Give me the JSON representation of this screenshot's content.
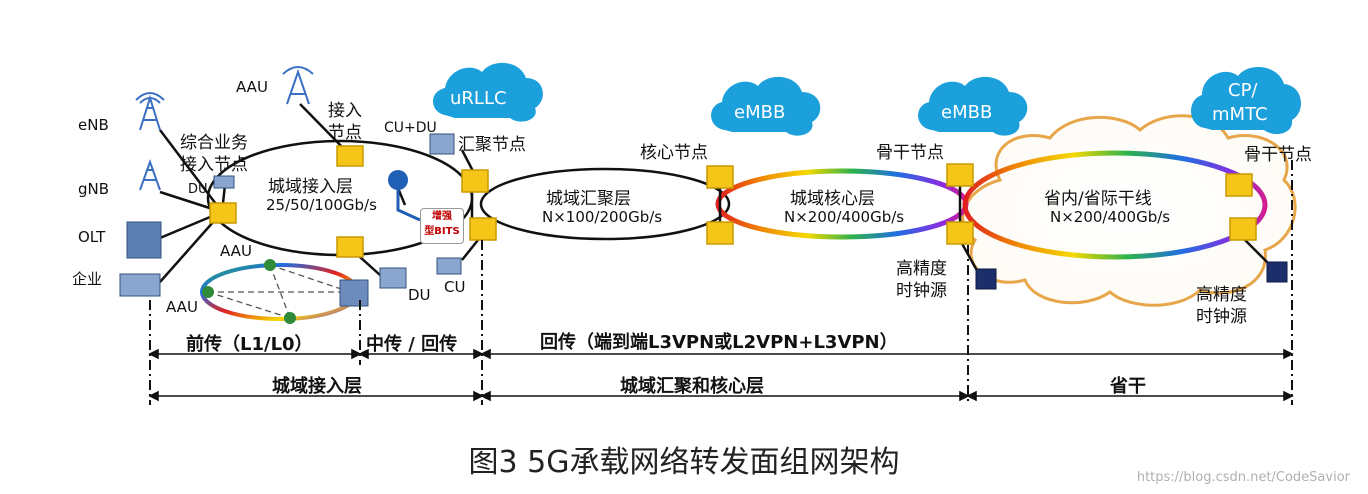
{
  "nodes": {
    "enb": "eNB",
    "gnb": "gNB",
    "olt": "OLT",
    "enterprise": "企业",
    "aau_top": "AAU",
    "aau_mid": "AAU",
    "aau_bottom": "AAU",
    "du_left": "DU",
    "du_right": "DU",
    "cu": "CU",
    "cu_du": "CU+DU",
    "access_node_line1": "接入",
    "access_node_line2": "节点",
    "integrated_access_line1": "综合业务",
    "integrated_access_line2": "接入节点",
    "aggregation_node": "汇聚节点",
    "core_node": "核心节点",
    "backbone_node_1": "骨干节点",
    "backbone_node_2": "骨干节点",
    "clock_1_line1": "高精度",
    "clock_1_line2": "时钟源",
    "clock_2_line1": "高精度",
    "clock_2_line2": "时钟源",
    "bits_line1": "增强",
    "bits_line2": "型BITS"
  },
  "clouds": {
    "urllc": "uRLLC",
    "embb_1": "eMBB",
    "embb_2": "eMBB",
    "cp_line1": "CP/",
    "cp_line2": "mMTC"
  },
  "rings": {
    "access_title": "城域接入层",
    "access_rate": "25/50/100Gb/s",
    "aggregation_title": "城域汇聚层",
    "aggregation_rate": "N×100/200Gb/s",
    "core_title": "城域核心层",
    "core_rate": "N×200/400Gb/s",
    "trunk_title": "省内/省际干线",
    "trunk_rate": "N×200/400Gb/s"
  },
  "spans": {
    "fronthaul": "前传（L1/L0）",
    "midhaul": "中传 / 回传",
    "backhaul": "回传（端到端L3VPN或L2VPN+L3VPN）",
    "metro_access": "城域接入层",
    "metro_agg_core": "城域汇聚和核心层",
    "provincial_trunk": "省干"
  },
  "caption": "图3  5G承载网络转发面组网架构",
  "watermark": "https://blog.csdn.net/CodeSavior",
  "colors": {
    "cloud": "#1ca0dc",
    "node": "#f5c518",
    "node_dark": "#c99a00",
    "device": "#5b7fb2",
    "clock": "#1d2f6b"
  }
}
